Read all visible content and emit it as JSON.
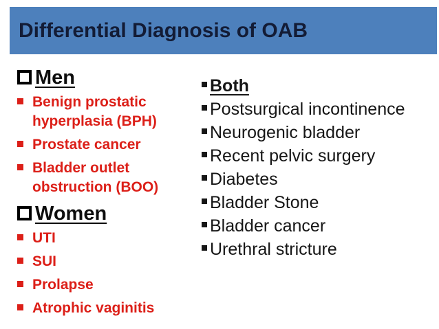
{
  "slide": {
    "title": "Differential Diagnosis of OAB",
    "colors": {
      "header_bg": "#4d80bc",
      "header_text": "#131c36",
      "red_accent": "#dc1f18",
      "body_text": "#161616"
    },
    "icons": {
      "heading_bullet": "hollow-square-checkbox",
      "left_item_bullet": "small-red-filled-square",
      "right_item_bullet": "small-black-filled-square"
    },
    "left_column": {
      "sections": [
        {
          "heading": "Men",
          "items": [
            "Benign prostatic hyperplasia (BPH)",
            "Prostate cancer",
            "Bladder outlet obstruction (BOO)"
          ]
        },
        {
          "heading": "Women",
          "items": [
            "UTI",
            "SUI",
            "Prolapse",
            "Atrophic vaginitis"
          ]
        }
      ]
    },
    "right_column": {
      "heading": "Both",
      "items": [
        "Postsurgical incontinence",
        "Neurogenic bladder",
        "Recent pelvic surgery",
        "Diabetes",
        "Bladder Stone",
        "Bladder cancer",
        "Urethral stricture"
      ]
    }
  }
}
